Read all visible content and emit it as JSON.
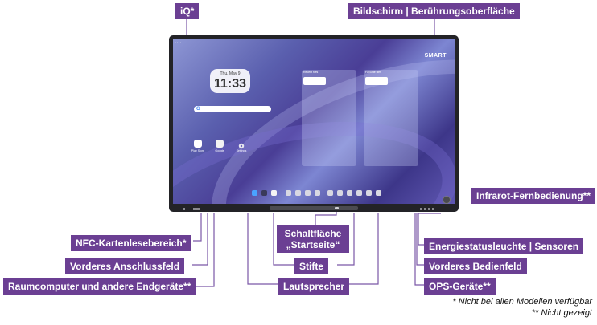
{
  "labels": {
    "iq": "iQ*",
    "screen": "Bildschirm | Berührungsoberfläche",
    "infrared": "Infrarot-Fernbedienung**",
    "nfc": "NFC-Kartenlesebereich*",
    "front_ports": "Vorderes Anschlussfeld",
    "room_computer": "Raumcomputer und andere Endgeräte**",
    "home_button": "Schaltfläche „Startseite“",
    "pens": "Stifte",
    "speakers": "Lautsprecher",
    "power_status": "Energiestatusleuchte | Sensoren",
    "front_control": "Vorderes Bedienfeld",
    "ops": "OPS-Geräte**"
  },
  "notes": {
    "not_all_models": "* Nicht bei allen Modellen verfügbar",
    "not_shown": "** Nicht gezeigt"
  },
  "display": {
    "date": "Thu, May 9",
    "time": "11:33",
    "brand": "SMART",
    "search_logo": "G",
    "apps": [
      "Play Store",
      "Google",
      "Settings"
    ],
    "widgets": [
      "Recent files",
      "Favorite files"
    ]
  },
  "colors": {
    "label_bg": "#6b3f93",
    "connector_line": "#7a58a6"
  }
}
